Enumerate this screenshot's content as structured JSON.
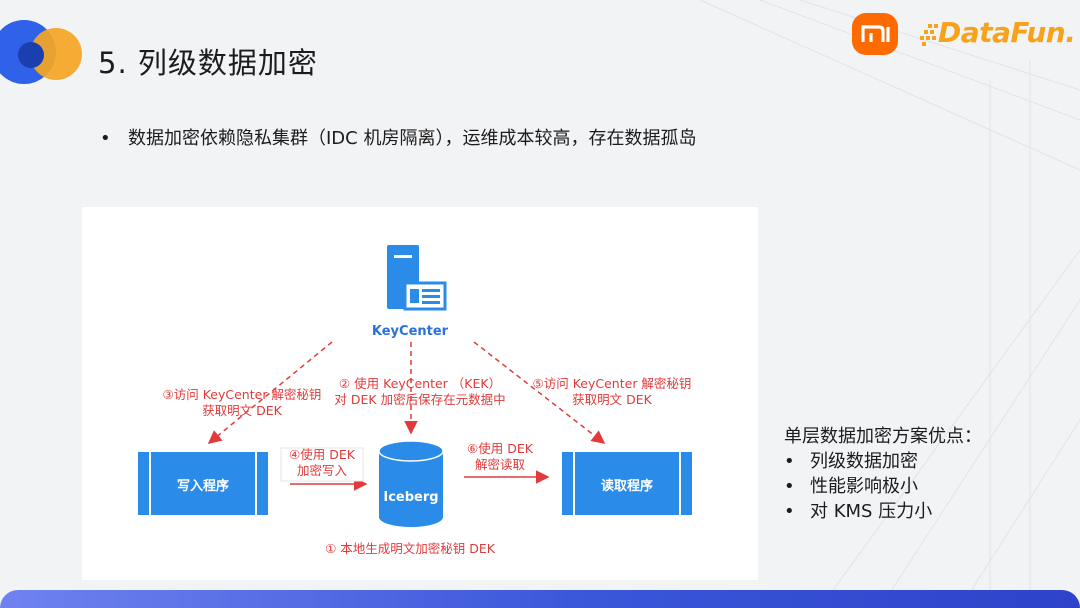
{
  "page": {
    "title": "5. 列级数据加密",
    "bullet": "数据加密依赖隐私集群（IDC 机房隔离），运维成本较高，存在数据孤岛"
  },
  "logos": {
    "mi_text": "mi",
    "datafun_text": "DataFun."
  },
  "diagram": {
    "keycenter_label": "KeyCenter",
    "write_box_label": "写入程序",
    "read_box_label": "读取程序",
    "iceberg_label": "Iceberg",
    "step1": "① 本地生成明文加密秘钥 DEK",
    "step2_line1": "② 使用 KeyCenter （KEK）",
    "step2_line2": "对 DEK 加密后保存在元数据中",
    "step3_line1": "③访问 KeyCenter 解密秘钥",
    "step3_line2": "获取明文 DEK",
    "step4_line1": "④使用 DEK",
    "step4_line2": "加密写入",
    "step5_line1": "⑤访问 KeyCenter 解密秘钥",
    "step5_line2": "获取明文 DEK",
    "step6_line1": "⑥使用 DEK",
    "step6_line2": "解密读取"
  },
  "advantages": {
    "heading": "单层数据加密方案优点：",
    "items": [
      "列级数据加密",
      "性能影响极小",
      "对 KMS 压力小"
    ]
  },
  "colors": {
    "accent_blue": "#2a8ce8",
    "arrow_red": "#e23a3a",
    "brand_orange": "#ff6a00",
    "datafun_yellow": "#f7a21b"
  }
}
